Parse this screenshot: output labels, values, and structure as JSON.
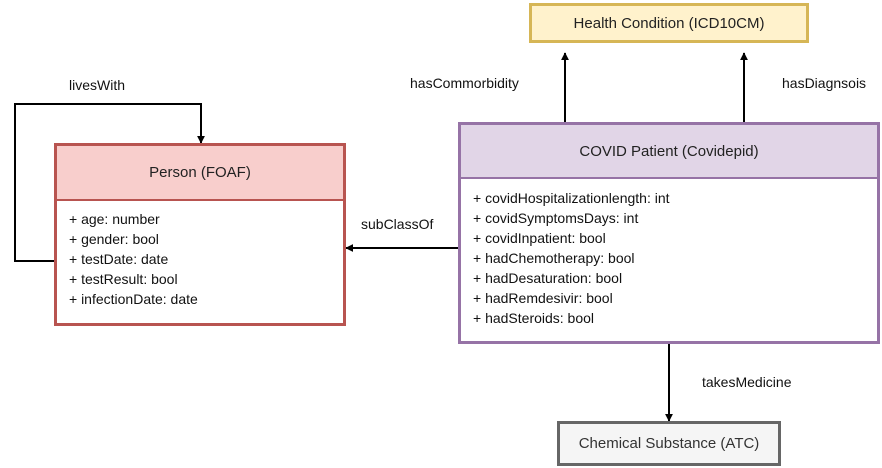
{
  "diagram": {
    "health_condition": {
      "title": "Health Condition (ICD10CM)"
    },
    "person": {
      "title": "Person (FOAF)",
      "attributes": [
        "+ age: number",
        "+ gender: bool",
        "+ testDate: date",
        "+ testResult: bool",
        "+ infectionDate: date"
      ]
    },
    "covid_patient": {
      "title": "COVID Patient (Covidepid)",
      "attributes": [
        "+ covidHospitalizationlength: int",
        "+ covidSymptomsDays: int",
        "+ covidInpatient: bool",
        "+ hadChemotherapy: bool",
        "+ hadDesaturation: bool",
        "+ hadRemdesivir: bool",
        "+ hadSteroids: bool"
      ]
    },
    "chemical_substance": {
      "title": "Chemical Substance (ATC)"
    },
    "edges": {
      "lives_with": "livesWith",
      "has_commorbidity": "hasCommorbidity",
      "has_diagnosis": "hasDiagnsois",
      "sub_class_of": "subClassOf",
      "takes_medicine": "takesMedicine"
    },
    "colors": {
      "health_fill": "#fff2cc",
      "health_stroke": "#d6b656",
      "person_fill": "#f8cecc",
      "person_stroke": "#b85450",
      "covid_fill": "#e1d5e7",
      "covid_stroke": "#9673a6",
      "chem_fill": "#f5f5f5",
      "chem_stroke": "#666666"
    }
  }
}
